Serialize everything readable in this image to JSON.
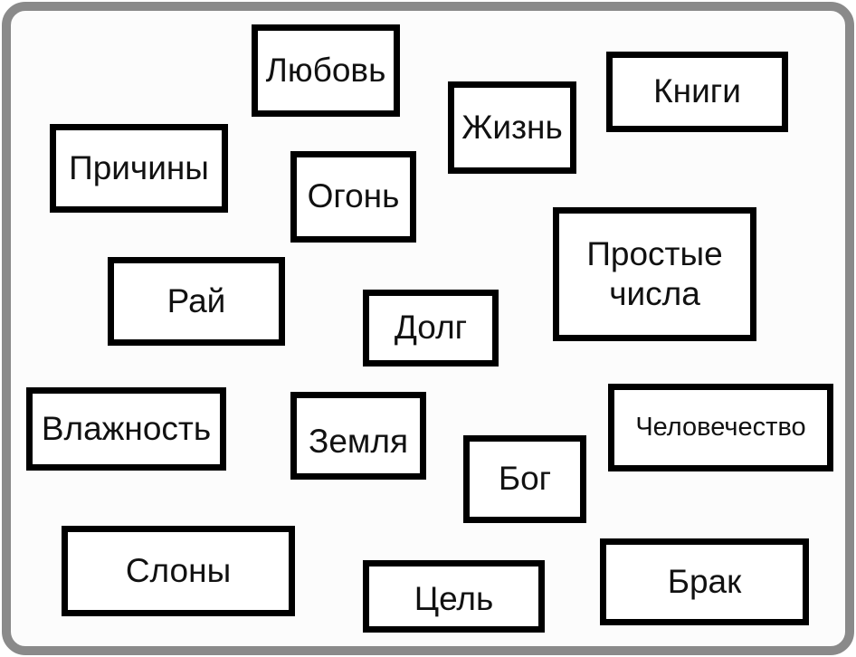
{
  "words": {
    "love": "Любовь",
    "books": "Книги",
    "life": "Жизнь",
    "reasons": "Причины",
    "fire": "Огонь",
    "primes_line1": "Простые",
    "primes_line2": "числа",
    "paradise": "Рай",
    "duty": "Долг",
    "humidity": "Влажность",
    "earth": "Земля",
    "humanity": "Человечество",
    "god": "Бог",
    "elephants": "Слоны",
    "goal": "Цель",
    "marriage": "Брак"
  }
}
